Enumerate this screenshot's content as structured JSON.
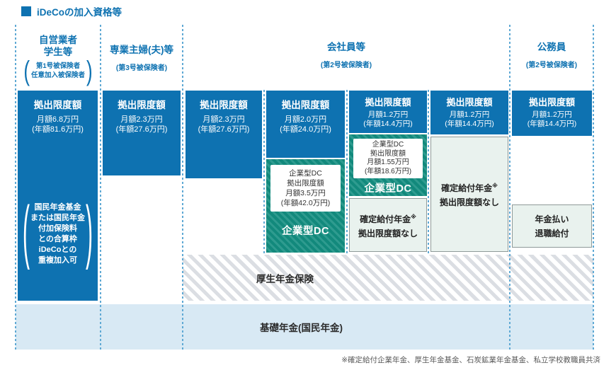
{
  "title": "iDeCoの加入資格等",
  "glyphs": {
    "open": "(",
    "close": ")"
  },
  "headers": {
    "self": {
      "line1": "自営業者",
      "line2": "学生等",
      "paren": "第1号被保険者\n任意加入被保険者"
    },
    "spouse": {
      "line1": "専業主婦(夫)等",
      "sub": "(第3号被保険者)"
    },
    "employee": {
      "line1": "会社員等",
      "sub": "(第2号被保険者)"
    },
    "civil": {
      "line1": "公務員",
      "sub": "(第2号被保険者)"
    }
  },
  "limits": [
    {
      "title": "拠出限度額",
      "monthly": "月額6.8万円",
      "yearly": "(年額81.6万円)"
    },
    {
      "title": "拠出限度額",
      "monthly": "月額2.3万円",
      "yearly": "(年額27.6万円)"
    },
    {
      "title": "拠出限度額",
      "monthly": "月額2.3万円",
      "yearly": "(年額27.6万円)"
    },
    {
      "title": "拠出限度額",
      "monthly": "月額2.0万円",
      "yearly": "(年額24.0万円)"
    },
    {
      "title": "拠出限度額",
      "monthly": "月額1.2万円",
      "yearly": "(年額14.4万円)"
    },
    {
      "title": "拠出限度額",
      "monthly": "月額1.2万円",
      "yearly": "(年額14.4万円)"
    },
    {
      "title": "拠出限度額",
      "monthly": "月額1.2万円",
      "yearly": "(年額14.4万円)"
    }
  ],
  "self_note": "国民年金基金\nまたは国民年金\n付加保険料\nとの合算枠\niDeCoとの\n重複加入可",
  "dc": {
    "c4": {
      "box": "企業型DC\n拠出限度額\n月額3.5万円\n(年額42.0万円)",
      "label": "企業型DC"
    },
    "c5": {
      "box": "企業型DC\n拠出限度額\n月額1.55万円\n(年額18.6万円)",
      "label": "企業型DC"
    }
  },
  "db": {
    "c5": {
      "line1": "確定給付年金",
      "sup": "※",
      "line2": "拠出限度額なし"
    },
    "c6": {
      "line1": "確定給付年金",
      "sup": "※",
      "line2": "拠出限度額なし"
    },
    "c7": {
      "line1": "年金払い",
      "line2": "退職給付"
    }
  },
  "bands": {
    "kosei": "厚生年金保険",
    "kiso": "基礎年金(国民年金)"
  },
  "footnote": "※確定給付企業年金、厚生年金基金、石炭鉱業年金基金、私立学校教職員共済",
  "colors": {
    "blue": "#0e72b1",
    "teal": "#12897c",
    "mint": "#e9f2ee",
    "kiso_band": "#d8e9f4"
  }
}
